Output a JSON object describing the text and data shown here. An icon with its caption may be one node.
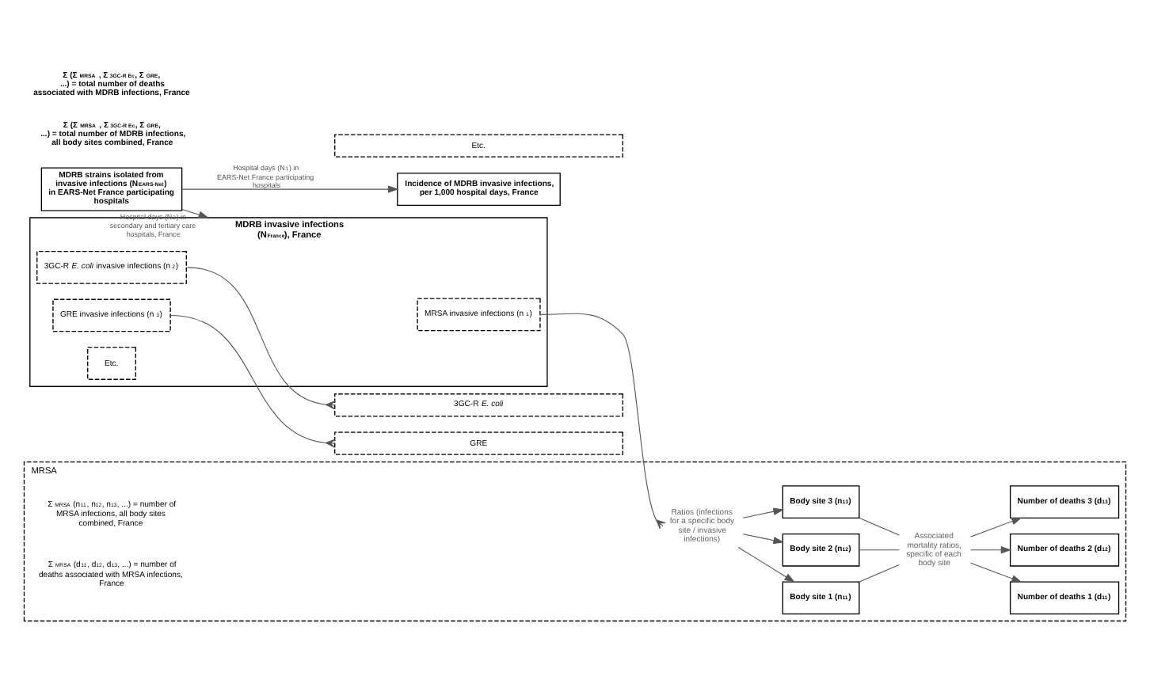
{
  "diagram": {
    "nodes": [
      {
        "text": [
          "MDRB strains isolated from invasive infections (N$_{EARS-Net}$) in EARS-Net France participating hospitals"
        ]
      },
      {
        "text": [
          "Incidence of MDRB invasive infections, per 1,000 hospital days, France"
        ]
      },
      {
        "text": [
          "MDRB invasive infections (N$_{France}$), France"
        ]
      },
      {
        "text": [
          "MRSA invasive infections (n$_{1}$)"
        ],
        "in": 2
      },
      {
        "text": [
          "3GC-R *E. coli* invasive infections (n$_{2}$)"
        ],
        "in": 2
      },
      {
        "text": [
          "GRE invasive infections (n$_{3}$)"
        ],
        "in": 2
      },
      {
        "text": [
          "Etc."
        ],
        "in": 2
      },
      {
        "text": [
          "MRSA",
          "Σ $_{MRSA}$ (n$_{11}$, n$_{12}$, n$_{13}$, ...) = number of MRSA infections, all body sites combined, France",
          "Σ $_{MRSA}$ (d$_{11}$, d$_{12}$, d$_{13}$, ...) = number of deaths associated with MRSA infections, France"
        ]
      },
      {
        "text": [
          "Ratios (infections for a specific body site / invasive infections)"
        ],
        "in": 7
      },
      {
        "text": [
          "Body site 1 (n$_{11}$)"
        ],
        "in": 7
      },
      {
        "text": [
          "Body site 2 (n$_{12}$)"
        ],
        "in": 7
      },
      {
        "text": [
          "Body site 3 (n$_{13}$)"
        ],
        "in": 7
      },
      {
        "text": [
          "Associated mortality ratios, specific of each body site"
        ],
        "in": 7
      },
      {
        "text": [
          "Number of deaths 1 (d$_{11}$)"
        ],
        "in": 7
      },
      {
        "text": [
          "Number of deaths 2 (d$_{12}$)"
        ],
        "in": 7
      },
      {
        "text": [
          "Number of deaths 3 (d$_{13}$)"
        ],
        "in": 7
      },
      {
        "text": [
          "3GC-R *E. coli*"
        ]
      },
      {
        "text": [
          "GRE"
        ]
      },
      {
        "text": [
          "Etc."
        ]
      }
    ],
    "edges": [
      {
        "from": 0,
        "to": 2,
        "arrow": "to",
        "label": "Hospital days (N$_{2}$) in secondary and tertiary care hospitals, France"
      },
      {
        "from": 0,
        "to": 1,
        "arrow": "to",
        "label": "Hospital days (N$_{1}$) in EARS-Net France participating hospitals"
      },
      {
        "from": 3,
        "to": 8,
        "arrow": "other"
      },
      {
        "from": 4,
        "to": 16,
        "arrow": "other"
      },
      {
        "from": 5,
        "to": 17,
        "arrow": "other"
      },
      {
        "from": 8,
        "to": 9,
        "arrow": "to"
      },
      {
        "from": 8,
        "to": 10,
        "arrow": "to"
      },
      {
        "from": 8,
        "to": 11,
        "arrow": "to"
      },
      {
        "from": 9,
        "to": 12,
        "arrow": "none"
      },
      {
        "from": 10,
        "to": 12,
        "arrow": "none"
      },
      {
        "from": 11,
        "to": 12,
        "arrow": "none"
      },
      {
        "from": 12,
        "to": 13,
        "arrow": "to"
      },
      {
        "from": 12,
        "to": 14,
        "arrow": "to"
      },
      {
        "from": 12,
        "to": 15,
        "arrow": "to"
      }
    ],
    "labels": [
      "Σ (Σ $_{MRSA}$ , Σ $_{3GC-R Ec}$, Σ $_{GRE}$, ...) = total number of MDRB infections, all body sites combined, France",
      "Σ (Σ $_{MRSA}$ , Σ $_{3GC-R Ec}$, Σ $_{GRE}$, ...) = total number of deaths associated with MDRB infections, France"
    ]
  }
}
